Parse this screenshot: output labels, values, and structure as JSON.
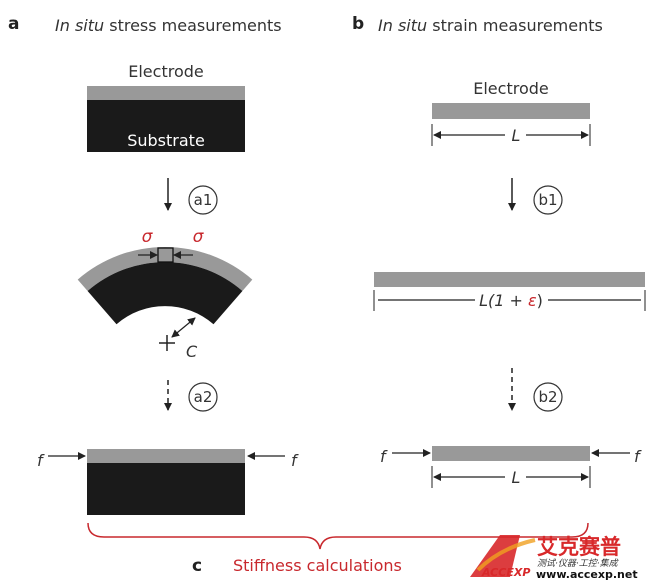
{
  "panel_a": {
    "letter": "a",
    "title_italic": "In situ",
    "title_rest": " stress measurements",
    "electrode_label": "Electrode",
    "substrate_label": "Substrate",
    "step1": "a1",
    "step2": "a2",
    "stress_symbol": "σ",
    "center_label": "C",
    "force_label": "f"
  },
  "panel_b": {
    "letter": "b",
    "title_italic": "In situ",
    "title_rest": " strain measurements",
    "electrode_label": "Electrode",
    "length_label": "L",
    "strained_length_prefix": "L(1 + ",
    "strain_symbol": "ε",
    "strained_length_suffix": ")",
    "step1": "b1",
    "step2": "b2",
    "force_label": "f"
  },
  "panel_c": {
    "letter": "c",
    "title": "Stiffness calculations"
  },
  "watermark": {
    "brand_cn": "艾克赛普",
    "tagline_cn": "测试·仪器·工控·集成",
    "url": "www.accexp.net",
    "logo_text": "ACCEXP"
  },
  "colors": {
    "electrode": "#999999",
    "substrate": "#1a1a1a",
    "accent_red": "#c8282d"
  }
}
